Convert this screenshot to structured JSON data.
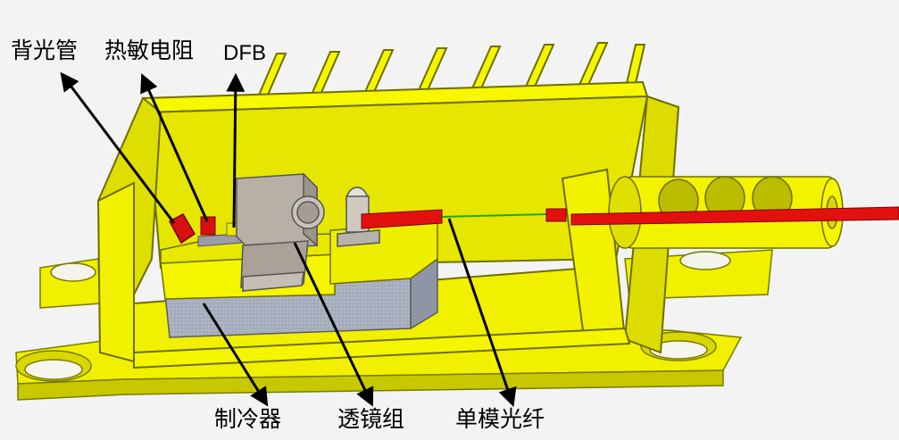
{
  "labels": {
    "backlight_tube": "背光管",
    "thermistor": "热敏电阻",
    "dfb": "DFB",
    "cooler": "制冷器",
    "lens_group": "透镜组",
    "single_mode_fiber": "单模光纤"
  },
  "colors": {
    "housing": "#f5f500",
    "housing_edge": "#8a8a00",
    "fiber_red": "#e31010",
    "fiber_core_green": "#1ea81e",
    "cooler_gray": "#a0a8b8",
    "lens_gray": "#b4aca2",
    "arrow": "#000000"
  }
}
